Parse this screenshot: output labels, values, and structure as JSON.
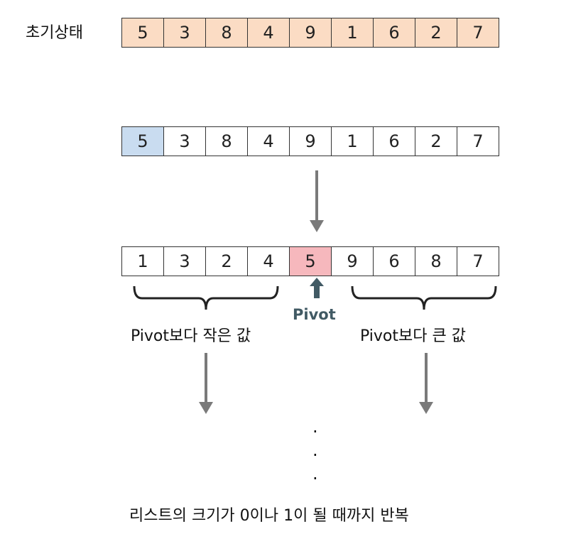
{
  "initial": {
    "label": "초기상태",
    "values": [
      "5",
      "3",
      "8",
      "4",
      "9",
      "1",
      "6",
      "2",
      "7"
    ]
  },
  "select": {
    "values": [
      "5",
      "3",
      "8",
      "4",
      "9",
      "1",
      "6",
      "2",
      "7"
    ],
    "highlight_index": 0
  },
  "partition": {
    "values": [
      "1",
      "3",
      "2",
      "4",
      "5",
      "9",
      "6",
      "8",
      "7"
    ],
    "pivot_index": 4,
    "pivot_label": "Pivot",
    "left_label": "Pivot보다 작은 값",
    "right_label": "Pivot보다 큰 값"
  },
  "ellipsis": ".",
  "footer": "리스트의 크기가 0이나 1이 될 때까지 반복",
  "colors": {
    "initial_fill": "#fbdcc4",
    "selected_fill": "#c9dcf0",
    "pivot_fill": "#f6b8bd",
    "arrow": "#7a7a7a",
    "pivot_arrow": "#415a64"
  }
}
